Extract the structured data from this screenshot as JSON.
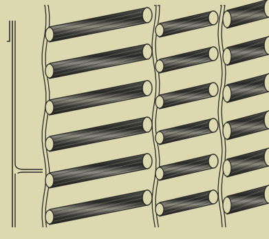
{
  "image": {
    "kind": "engraving",
    "paper_color": "#dcd8b0",
    "ink_color": "#2a2a28",
    "bar_columns": [
      {
        "rows": 6
      },
      {
        "rows": 6
      },
      {
        "rows": 6
      }
    ]
  }
}
